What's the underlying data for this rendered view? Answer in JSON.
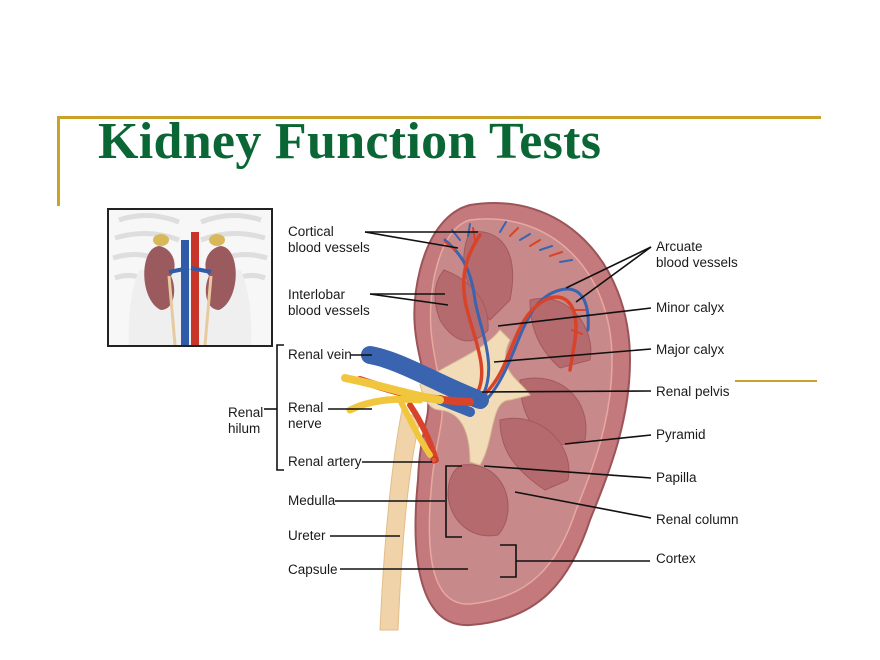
{
  "slide": {
    "title": "Kidney Function Tests",
    "colors": {
      "title": "#0b6636",
      "accent_rule": "#c9a227",
      "kidney_tissue": "#b8686c",
      "artery": "#d8432a",
      "vein": "#3a63b0",
      "nerve": "#f2c63c",
      "ureter": "#f0d3a8"
    }
  },
  "diagram": {
    "labels_left": [
      {
        "id": "cortical",
        "line1": "Cortical",
        "line2": "blood vessels"
      },
      {
        "id": "interlobar",
        "line1": "Interlobar",
        "line2": "blood vessels"
      },
      {
        "id": "renal_vein",
        "line1": "Renal vein"
      },
      {
        "id": "renal_nerve",
        "line1": "Renal",
        "line2": "nerve"
      },
      {
        "id": "renal_artery",
        "line1": "Renal artery"
      },
      {
        "id": "medulla",
        "line1": "Medulla"
      },
      {
        "id": "ureter",
        "line1": "Ureter"
      },
      {
        "id": "capsule",
        "line1": "Capsule"
      }
    ],
    "hilum_group": {
      "line1": "Renal",
      "line2": "hilum"
    },
    "labels_right": [
      {
        "id": "arcuate",
        "line1": "Arcuate",
        "line2": "blood vessels"
      },
      {
        "id": "minor_calyx",
        "line1": "Minor calyx"
      },
      {
        "id": "major_calyx",
        "line1": "Major calyx"
      },
      {
        "id": "renal_pelvis",
        "line1": "Renal pelvis"
      },
      {
        "id": "pyramid",
        "line1": "Pyramid"
      },
      {
        "id": "papilla",
        "line1": "Papilla"
      },
      {
        "id": "renal_column",
        "line1": "Renal column"
      },
      {
        "id": "cortex",
        "line1": "Cortex"
      }
    ]
  }
}
